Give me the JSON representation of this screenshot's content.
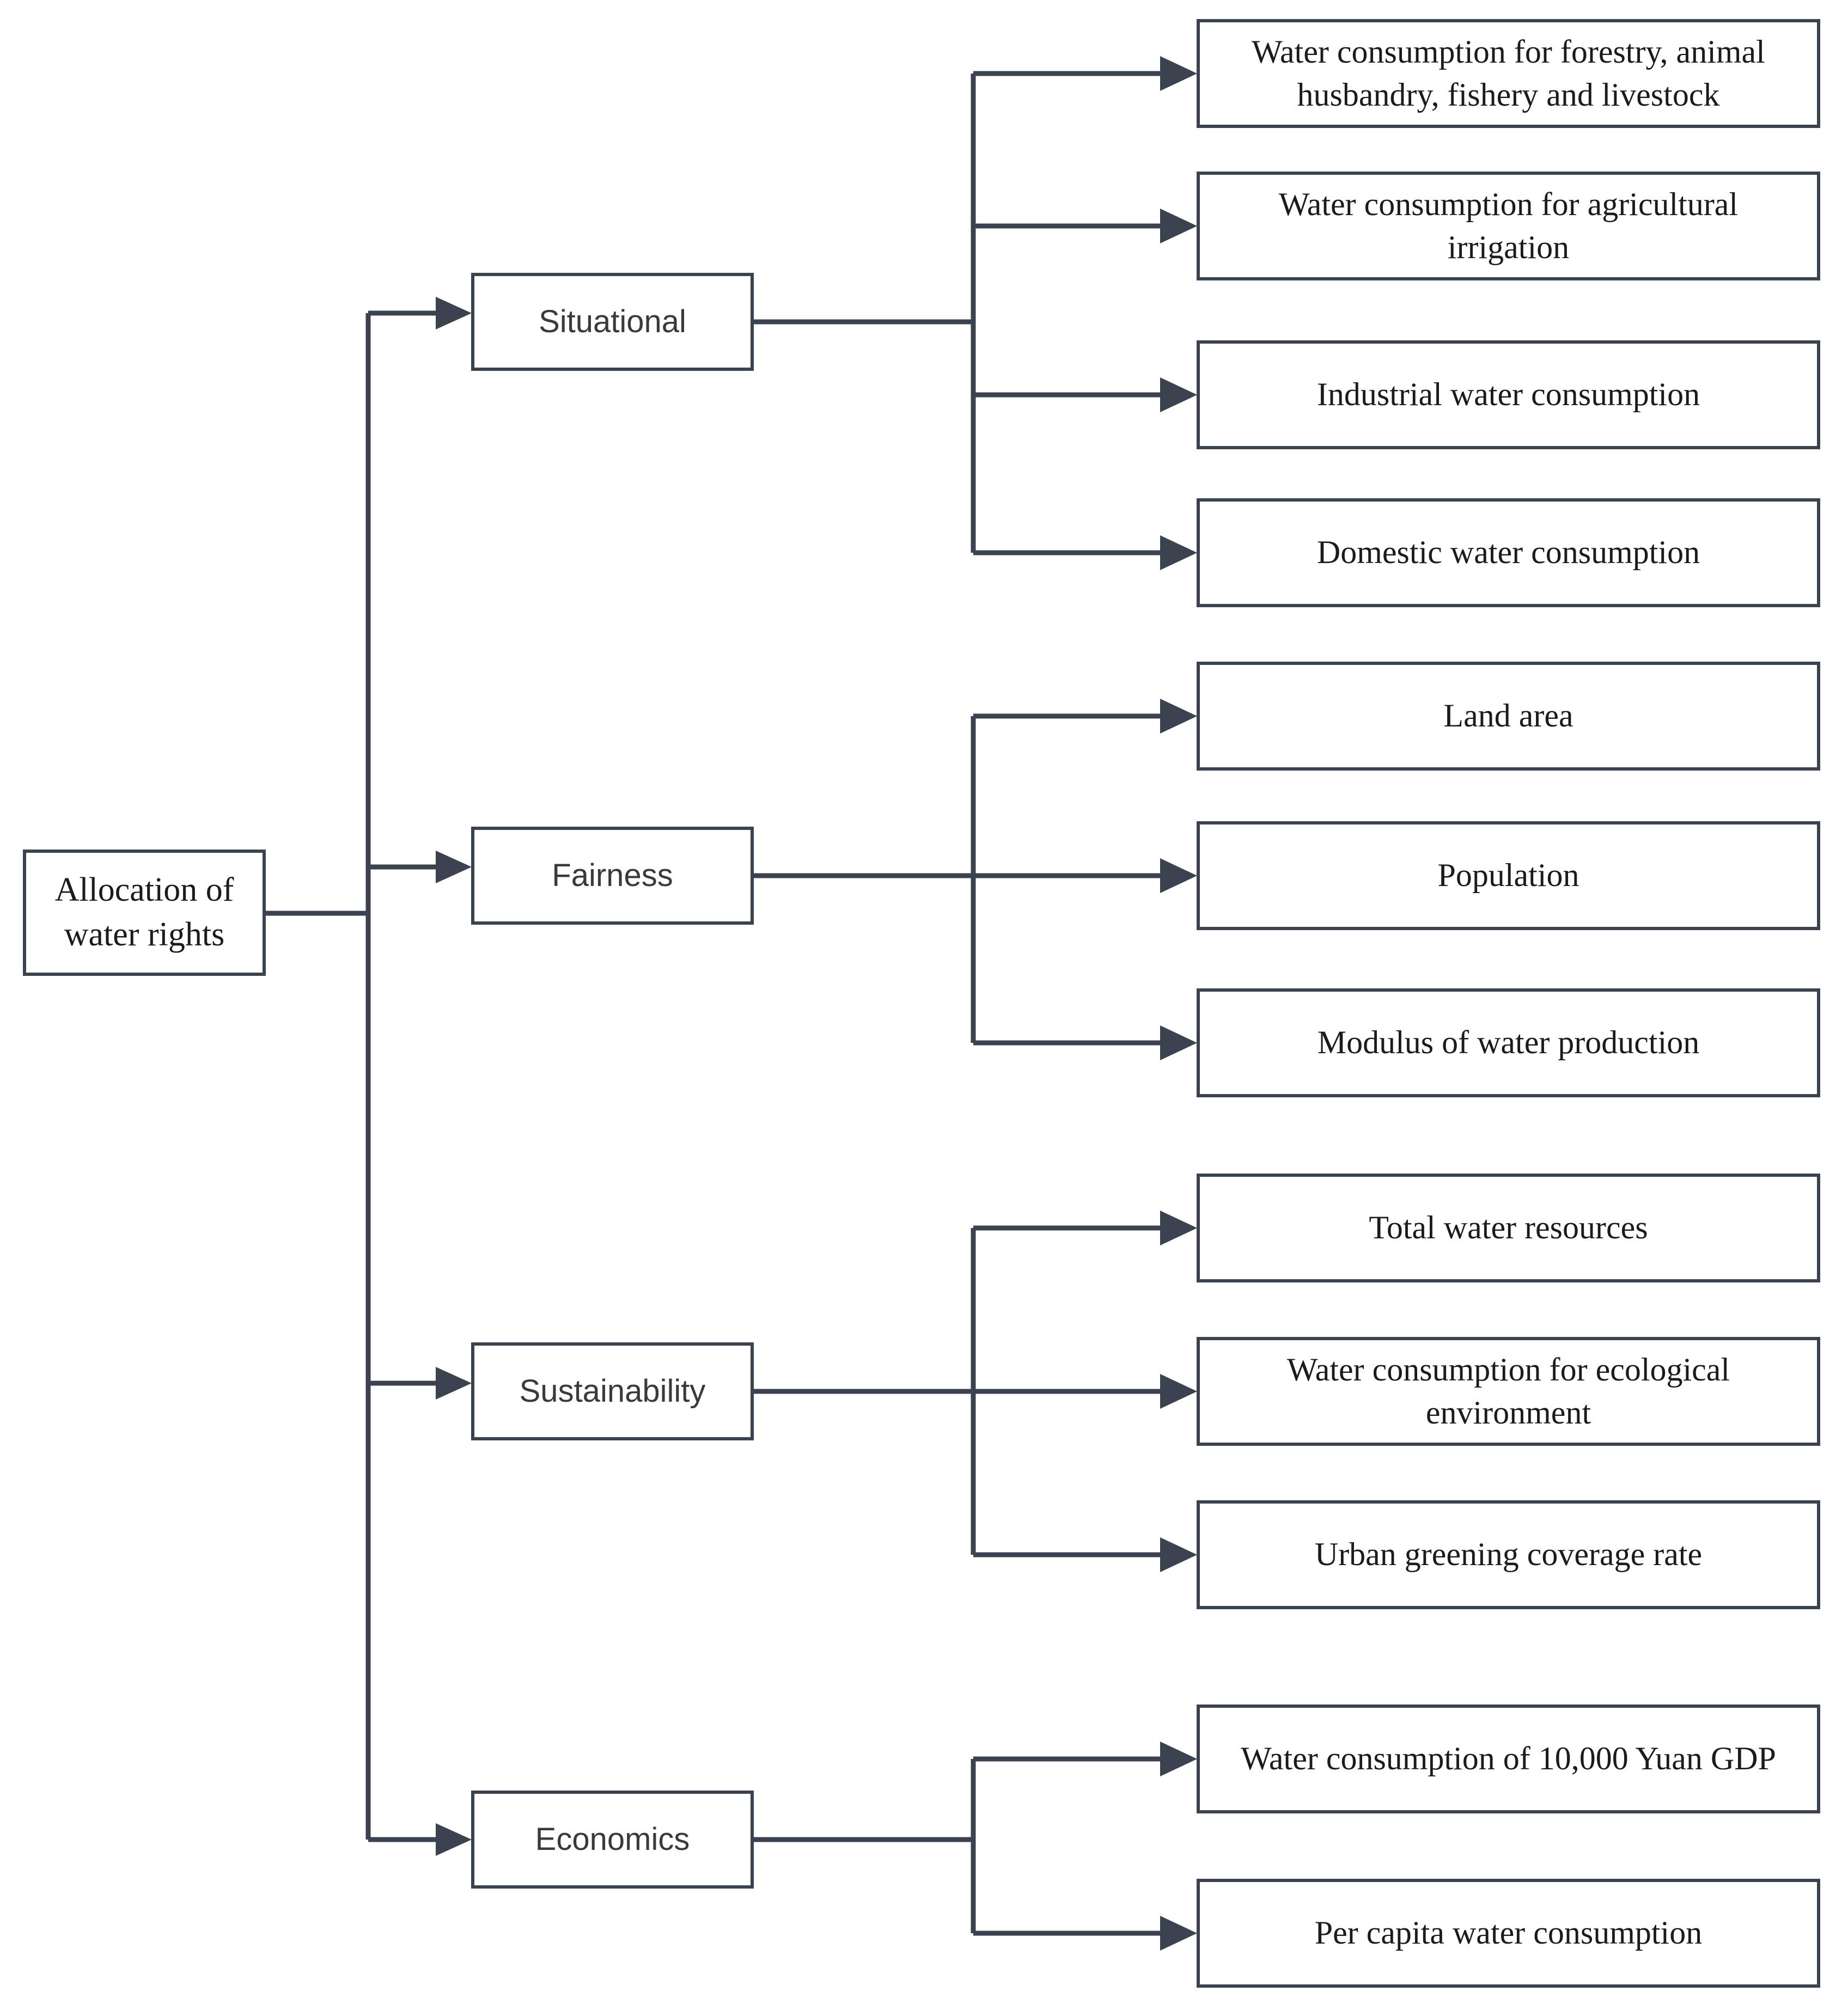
{
  "diagram": {
    "title_node": "Allocation of water rights",
    "root": {
      "label": "Allocation of water rights"
    },
    "categories": [
      {
        "id": "situational",
        "label": "Situational"
      },
      {
        "id": "fairness",
        "label": "Fairness"
      },
      {
        "id": "sustainability",
        "label": "Sustainability"
      },
      {
        "id": "economics",
        "label": "Economics"
      }
    ],
    "indicators": {
      "situational": [
        "Water consumption for forestry, animal husbandry, fishery and livestock",
        "Water consumption for agricultural irrigation",
        "Industrial water consumption",
        "Domestic water consumption"
      ],
      "fairness": [
        "Land area",
        "Population",
        "Modulus of water production"
      ],
      "sustainability": [
        "Total water resources",
        "Water consumption for ecological environment",
        "Urban greening coverage rate"
      ],
      "economics": [
        "Water consumption of 10,000 Yuan GDP",
        "Per capita water consumption"
      ]
    },
    "colors": {
      "stroke": "#3b4250",
      "text": "#1b1b1b",
      "category_text": "#3a3a3a",
      "background": "#ffffff"
    }
  }
}
